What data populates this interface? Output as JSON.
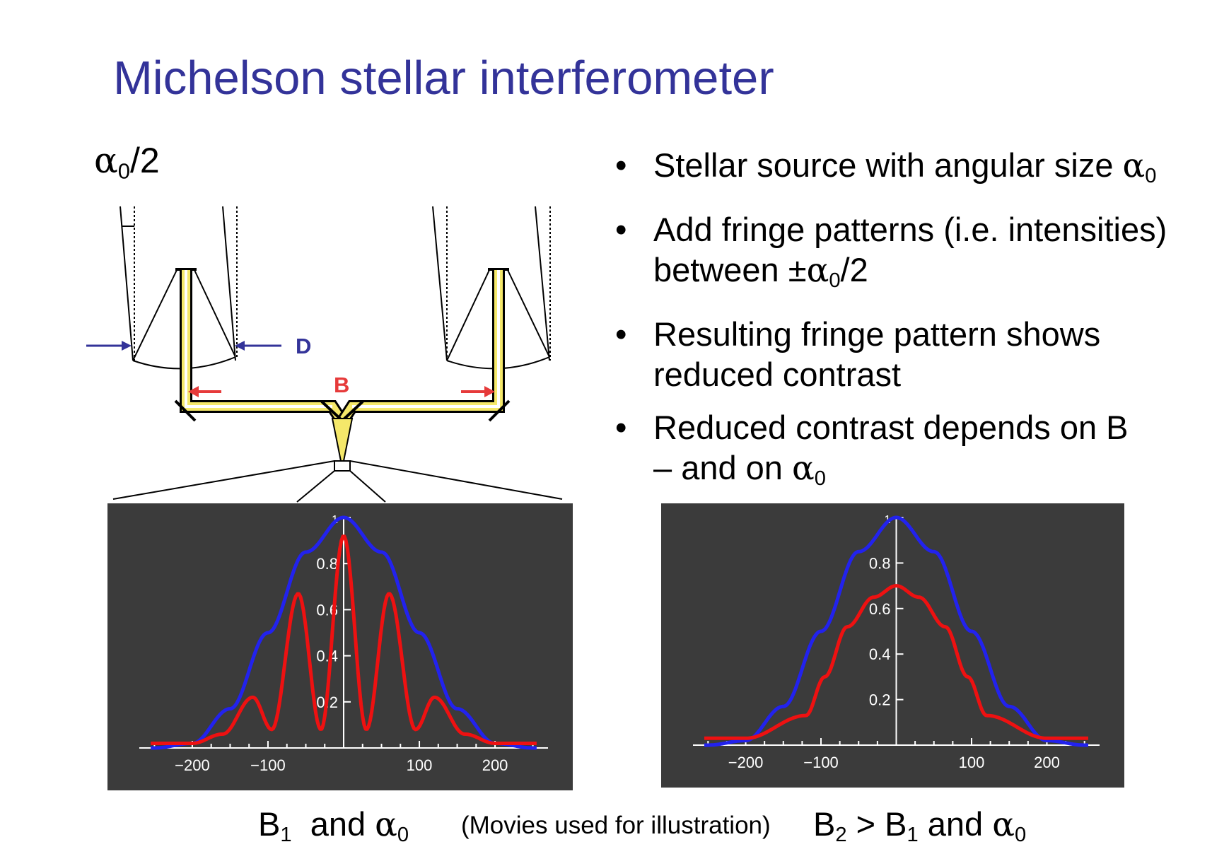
{
  "title": "Michelson stellar interferometer",
  "angle_label": {
    "symbol": "α",
    "subscript": "0",
    "suffix": "/2"
  },
  "diagram": {
    "d_label": "D",
    "b_label": "B",
    "beam_color": "#f5e86a",
    "arrow_blue": "#333399",
    "arrow_red": "#e63a3a"
  },
  "bullets": [
    {
      "dot": "•",
      "lines": [
        {
          "text": "Stellar source with angular size ",
          "greek": "α",
          "sub": "0",
          "after": ""
        }
      ]
    },
    {
      "dot": "•",
      "lines": [
        {
          "text": "Add fringe patterns (i.e. intensities)",
          "greek": "",
          "sub": "",
          "after": ""
        },
        {
          "text": "between ±",
          "greek": "α",
          "sub": "0",
          "after": "/2"
        }
      ]
    },
    {
      "dot": "•",
      "lines": [
        {
          "text": "Resulting fringe pattern shows",
          "greek": "",
          "sub": "",
          "after": ""
        },
        {
          "text": "reduced contrast",
          "greek": "",
          "sub": "",
          "after": ""
        }
      ]
    },
    {
      "dot": "•",
      "lines": [
        {
          "text": "Reduced contrast depends on B",
          "greek": "",
          "sub": "",
          "after": ""
        },
        {
          "text": "– and on ",
          "greek": "α",
          "sub": "0",
          "after": ""
        }
      ]
    }
  ],
  "captions": {
    "left": {
      "b": "B",
      "b_sub": "1",
      "mid": "and ",
      "greek": "α",
      "greek_sub": "0"
    },
    "middle": "(Movies used for illustration)",
    "right": {
      "b": "B",
      "b_sub": "2",
      "gt": " > ",
      "b2": "B",
      "b2_sub": "1",
      "mid": " and ",
      "greek": "α",
      "greek_sub": "0"
    }
  },
  "chart_data": [
    {
      "type": "line",
      "xlim": [
        -270,
        270
      ],
      "ylim": [
        0,
        1
      ],
      "x_ticks": [
        "-200",
        "-100",
        "100",
        "200"
      ],
      "y_ticks": [
        "1",
        "0.8",
        "0.6",
        "0.4",
        "0.2"
      ],
      "background": "#3b3b3b",
      "series": [
        {
          "color": "#2222ee",
          "kind": "envelope",
          "x": [
            -250,
            -200,
            -150,
            -100,
            -50,
            0,
            50,
            100,
            150,
            200,
            250
          ],
          "y": [
            0.0,
            0.02,
            0.17,
            0.5,
            0.85,
            1.0,
            0.85,
            0.5,
            0.17,
            0.02,
            0.0
          ]
        },
        {
          "color": "#ee1111",
          "kind": "fringes",
          "x": [
            -200,
            -160,
            -120,
            -95,
            -60,
            -30,
            0,
            30,
            60,
            95,
            120,
            160,
            200
          ],
          "y": [
            0.02,
            0.06,
            0.22,
            0.08,
            0.67,
            0.08,
            0.92,
            0.08,
            0.67,
            0.08,
            0.22,
            0.06,
            0.02
          ]
        }
      ]
    },
    {
      "type": "line",
      "xlim": [
        -270,
        270
      ],
      "ylim": [
        0,
        1
      ],
      "x_ticks": [
        "-200",
        "-100",
        "100",
        "200"
      ],
      "y_ticks": [
        "1",
        "0.8",
        "0.6",
        "0.4",
        "0.2"
      ],
      "background": "#3b3b3b",
      "series": [
        {
          "color": "#2222ee",
          "kind": "envelope",
          "x": [
            -250,
            -200,
            -150,
            -100,
            -50,
            0,
            50,
            100,
            150,
            200,
            250
          ],
          "y": [
            0.0,
            0.02,
            0.17,
            0.5,
            0.85,
            1.0,
            0.85,
            0.5,
            0.17,
            0.02,
            0.0
          ]
        },
        {
          "color": "#ee1111",
          "kind": "fringes",
          "x": [
            -200,
            -120,
            -95,
            -65,
            -30,
            0,
            30,
            65,
            95,
            120,
            200
          ],
          "y": [
            0.03,
            0.13,
            0.3,
            0.52,
            0.65,
            0.7,
            0.65,
            0.52,
            0.3,
            0.13,
            0.03
          ]
        }
      ]
    }
  ]
}
